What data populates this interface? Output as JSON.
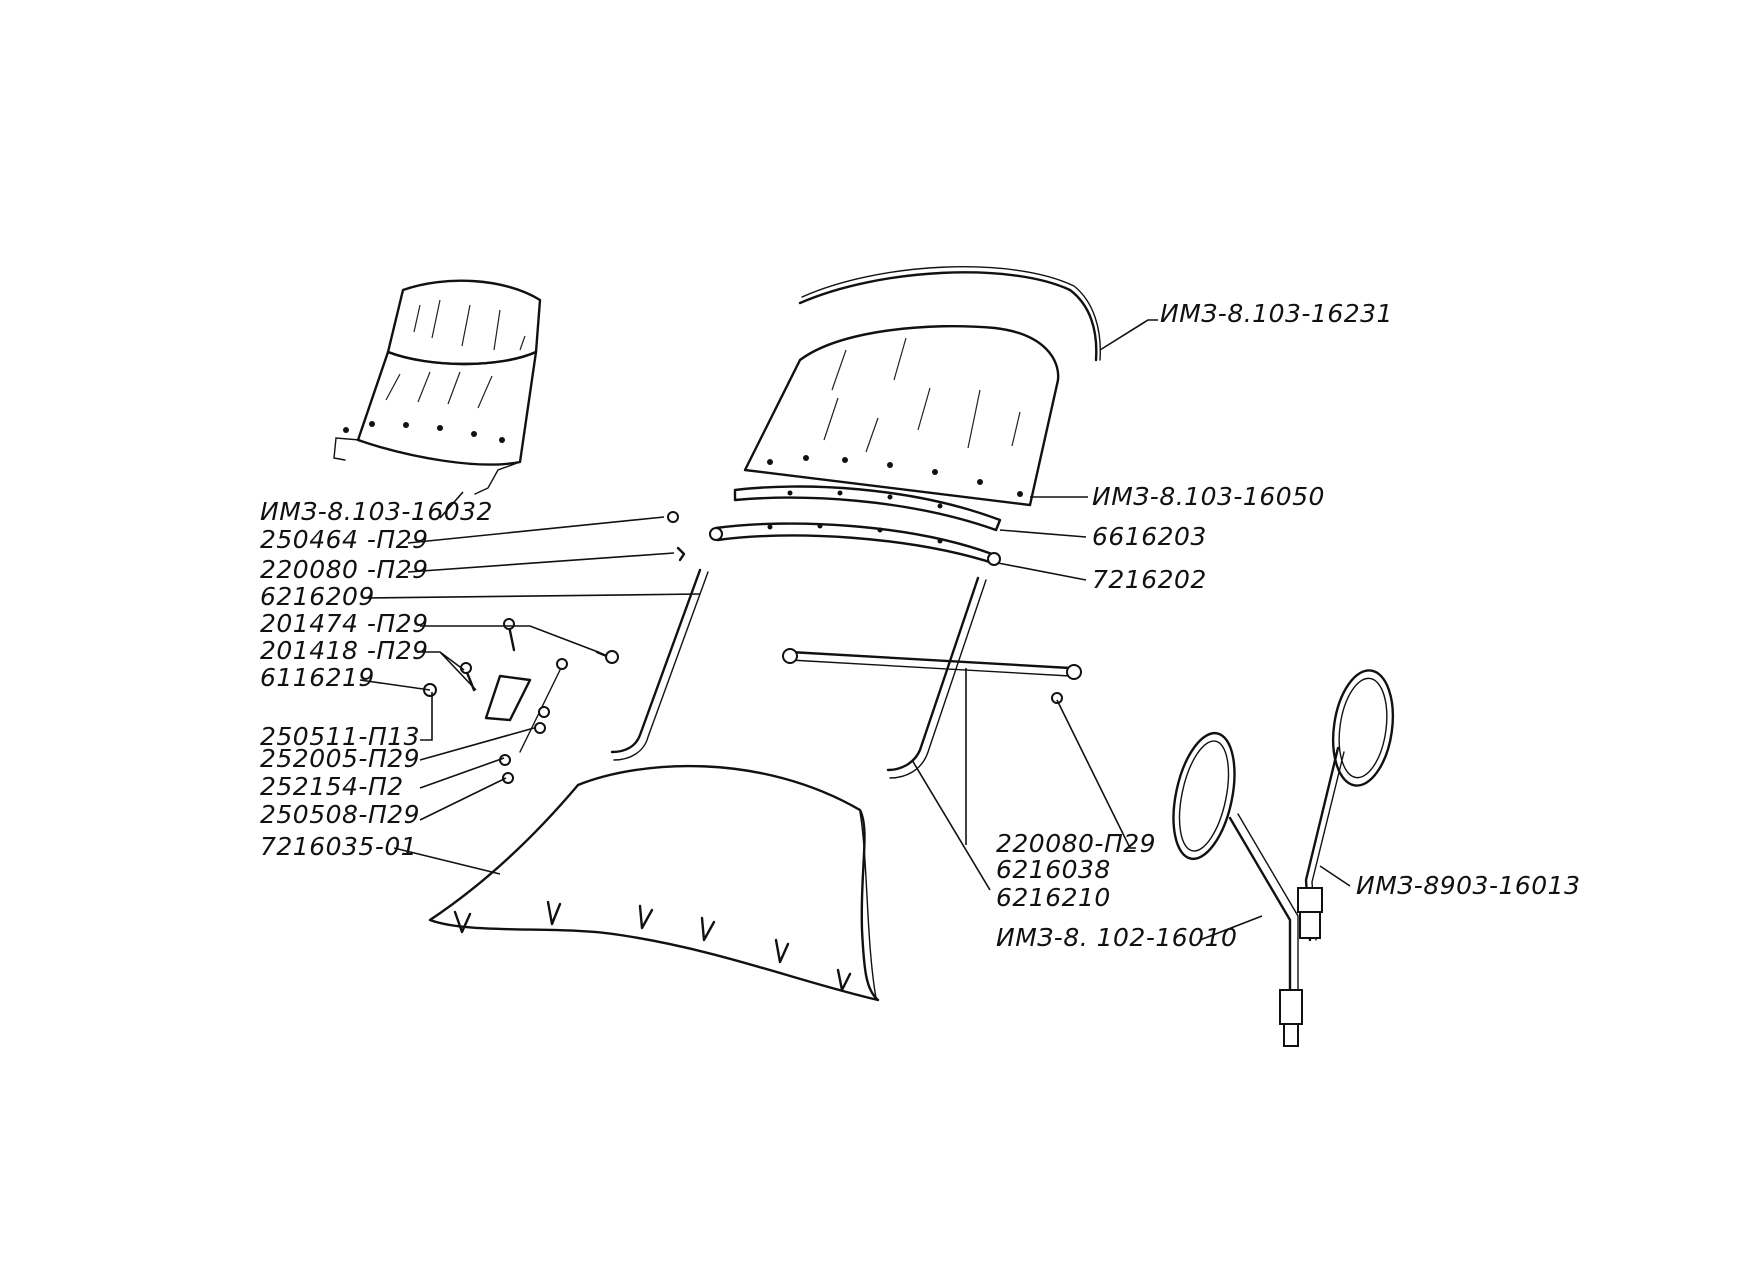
{
  "labels": {
    "windshield_left_assembly": "ИМЗ-8.103-16032",
    "nut_250464": "250464 -П29",
    "screw_220080_left": "220080 -П29",
    "stay_6216209": "6216209",
    "bolt_201474": "201474 -П29",
    "bolt_201418": "201418 -П29",
    "bracket_6116219": "6116219",
    "nut_250511": "250511-П13",
    "washer_252005": "252005-П29",
    "washer_252154": "252154-П2",
    "nut_250508": "250508-П29",
    "apron_7216035": "7216035-01",
    "seal_16231": "ИМЗ-8.103-16231",
    "glass_16050": "ИМЗ-8.103-16050",
    "strip_6616203": "6616203",
    "frame_7216202": "7216202",
    "screw_220080_right": "220080-П29",
    "bar_6216038": "6216038",
    "stay_6216210": "6216210",
    "mirror_left_16010": "ИМЗ-8. 102-16010",
    "mirror_right_16013": "ИМЗ-8903-16013"
  }
}
